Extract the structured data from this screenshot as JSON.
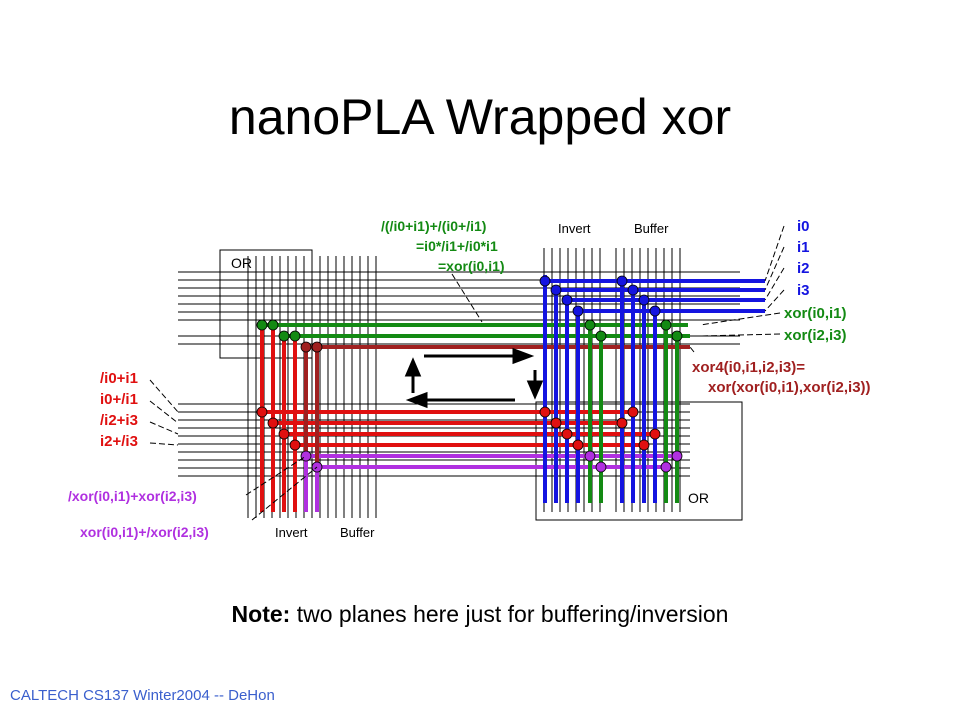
{
  "slide": {
    "title": "nanoPLA Wrapped xor",
    "note_bold": "Note:",
    "note_text": " two planes here just for buffering/inversion",
    "footer": "CALTECH CS137 Winter2004 -- DeHon"
  },
  "diagram": {
    "colors": {
      "red": "#e01010",
      "green": "#138a13",
      "blue": "#1414e0",
      "purple": "#b030e0",
      "darkred": "#a02020",
      "wire": "#000000"
    },
    "blocks": {
      "or_top": "OR",
      "or_bottom": "OR",
      "invert_top": "Invert",
      "buffer_top": "Buffer",
      "invert_bottom": "Invert",
      "buffer_bottom": "Buffer"
    },
    "green_expr": [
      "/(/i0+i1)+/(i0+/i1)",
      "=i0*/i1+/i0*i1",
      "=xor(i0,i1)"
    ],
    "inputs_right": [
      "i0",
      "i1",
      "i2",
      "i3"
    ],
    "xor_outputs_right": [
      "xor(i0,i1)",
      "xor(i2,i3)"
    ],
    "xor4_expr": [
      "xor4(i0,i1,i2,i3)=",
      "xor(xor(i0,i1),xor(i2,i3))"
    ],
    "red_left_terms": [
      "/i0+i1",
      "i0+/i1",
      "/i2+i3",
      "i2+/i3"
    ],
    "purple_left_terms": [
      "/xor(i0,i1)+xor(i2,i3)",
      "xor(i0,i1)+/xor(i2,i3)"
    ]
  }
}
